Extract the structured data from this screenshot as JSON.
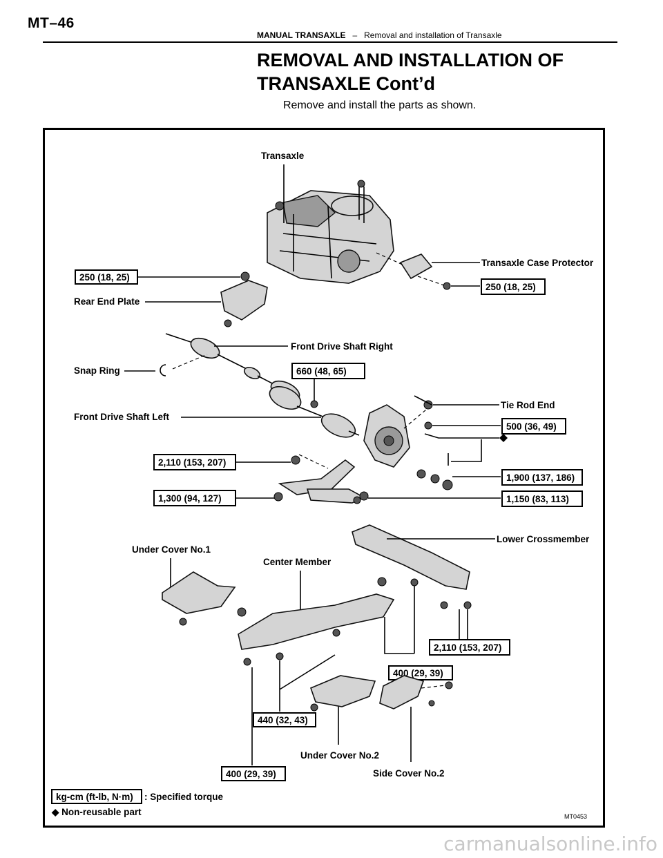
{
  "header": {
    "page_id": "MT–46",
    "section": "MANUAL TRANSAXLE",
    "separator": "–",
    "subsection": "Removal and installation of Transaxle"
  },
  "title_line1": "REMOVAL AND INSTALLATION OF",
  "title_line2": "TRANSAXLE Cont’d",
  "subtitle": "Remove and install the parts as shown.",
  "diagram": {
    "labels": {
      "transaxle": "Transaxle",
      "case_protector": "Transaxle Case Protector",
      "rear_end_plate": "Rear End Plate",
      "drive_shaft_right": "Front Drive Shaft Right",
      "snap_ring": "Snap Ring",
      "tie_rod_end": "Tie Rod End",
      "drive_shaft_left": "Front Drive Shaft Left",
      "lower_crossmember": "Lower Crossmember",
      "under_cover_1": "Under Cover No.1",
      "center_member": "Center Member",
      "under_cover_2": "Under Cover No.2",
      "side_cover_2": "Side Cover No.2"
    },
    "torques": {
      "rear_plate": "250 (18, 25)",
      "protector": "250 (18, 25)",
      "drive_shaft": "660 (48, 65)",
      "tie_rod": "500 (36, 49)",
      "arm_upper": "2,110 (153, 207)",
      "hub_nut": "1,900 (137, 186)",
      "arm_lower": "1,300 (94, 127)",
      "ball_joint": "1,150 (83, 113)",
      "crossmember": "2,110 (153, 207)",
      "member_mid": "400 (29, 39)",
      "cover_bolts": "440 (32, 43)",
      "member_bottom": "400 (29, 39)"
    },
    "legend": {
      "unit": "kg-cm (ft-lb, N·m)",
      "torque_note": ": Specified torque",
      "nonreusable_note": "◆ Non-reusable part"
    },
    "code": "MT0453"
  },
  "watermark": "carmanualsonline.info"
}
